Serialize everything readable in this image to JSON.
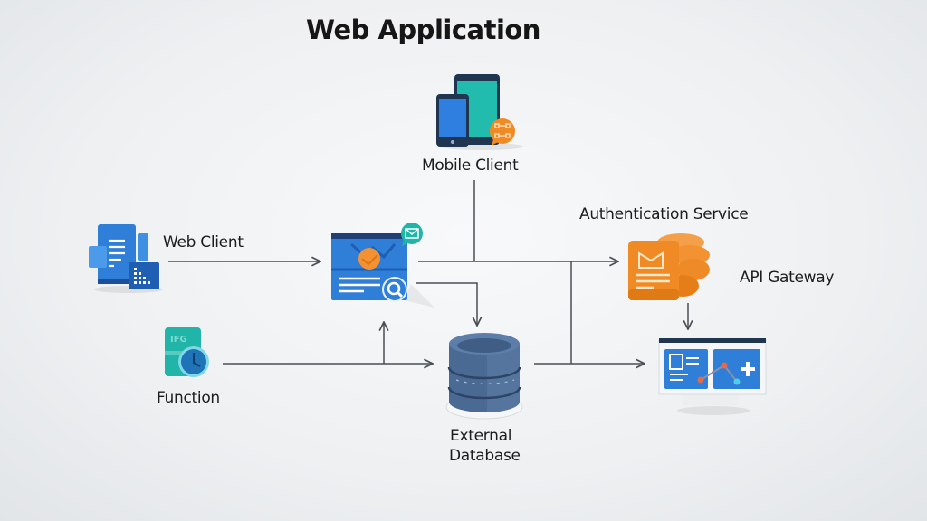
{
  "title": "Web Application",
  "nodes": {
    "mobile_client": {
      "label": "Mobile Client",
      "icon": "mobile-devices-icon"
    },
    "web_client": {
      "label": "Web Client",
      "icon": "web-documents-icon"
    },
    "web_app": {
      "label": "",
      "icon": "web-app-mail-search-icon"
    },
    "authentication_service": {
      "label": "Authentication Service",
      "icon": "auth-mail-stack-icon"
    },
    "api_gateway": {
      "label": "API Gateway",
      "icon": "dashboard-monitor-icon"
    },
    "function": {
      "label": "Function",
      "icon": "function-clock-icon"
    },
    "external_database": {
      "label_line1": "External",
      "label_line2": "Database",
      "icon": "database-cylinder-icon"
    }
  },
  "edges": [
    {
      "from": "web_client",
      "to": "web_app"
    },
    {
      "from": "web_app",
      "to": "authentication_service"
    },
    {
      "from": "mobile_client",
      "to": "authentication_service"
    },
    {
      "from": "web_app",
      "to": "external_database"
    },
    {
      "from": "function",
      "to": "external_database"
    },
    {
      "from": "function",
      "to": "web_app"
    },
    {
      "from": "external_database",
      "to": "api_gateway"
    },
    {
      "from": "authentication_service",
      "to": "api_gateway"
    }
  ],
  "colors": {
    "blue": "#2f7fd8",
    "dark_blue": "#1e5fb4",
    "teal": "#20b5a8",
    "orange": "#f08a24",
    "navy": "#1f3550",
    "db_slate": "#4b6a93",
    "line": "#4a4f55"
  }
}
